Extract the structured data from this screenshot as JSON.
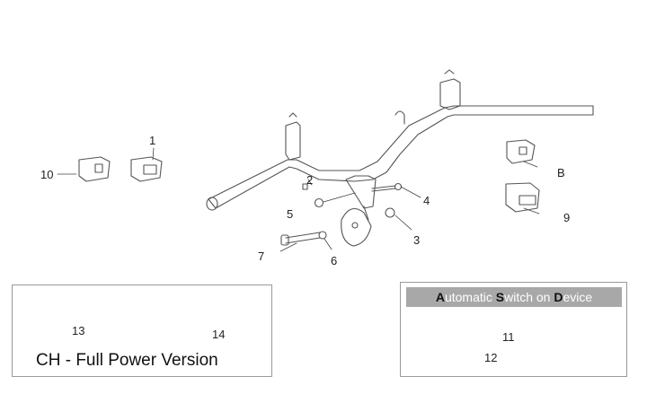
{
  "diagram": {
    "type": "exploded-parts-diagram",
    "subject": "Handlebar assembly with switches",
    "part_labels": [
      {
        "id": "1",
        "part": "switch"
      },
      {
        "id": "2",
        "part": "screw"
      },
      {
        "id": "3",
        "part": "nut"
      },
      {
        "id": "4",
        "part": "bolt"
      },
      {
        "id": "5",
        "part": "nut"
      },
      {
        "id": "6",
        "part": "washer"
      },
      {
        "id": "7",
        "part": "bolt"
      },
      {
        "id": "8",
        "part": "switch"
      },
      {
        "id": "9",
        "part": "switch"
      },
      {
        "id": "10",
        "part": "switch"
      },
      {
        "id": "11",
        "part": "automatic switch device"
      },
      {
        "id": "12",
        "part": "clip"
      },
      {
        "id": "13",
        "part": "switch"
      },
      {
        "id": "14",
        "part": "switch"
      }
    ],
    "label_8_display": "B"
  },
  "boxes": {
    "ch": {
      "title": "CH - Full Power Version",
      "labels": [
        "13",
        "14"
      ]
    },
    "asod": {
      "title_parts": [
        {
          "text": "A",
          "bold": true
        },
        {
          "text": "utomatic ",
          "bold": false
        },
        {
          "text": "S",
          "bold": true
        },
        {
          "text": "witch on ",
          "bold": false
        },
        {
          "text": "D",
          "bold": true
        },
        {
          "text": "evice",
          "bold": false
        }
      ],
      "labels": [
        "11",
        "12"
      ]
    }
  }
}
